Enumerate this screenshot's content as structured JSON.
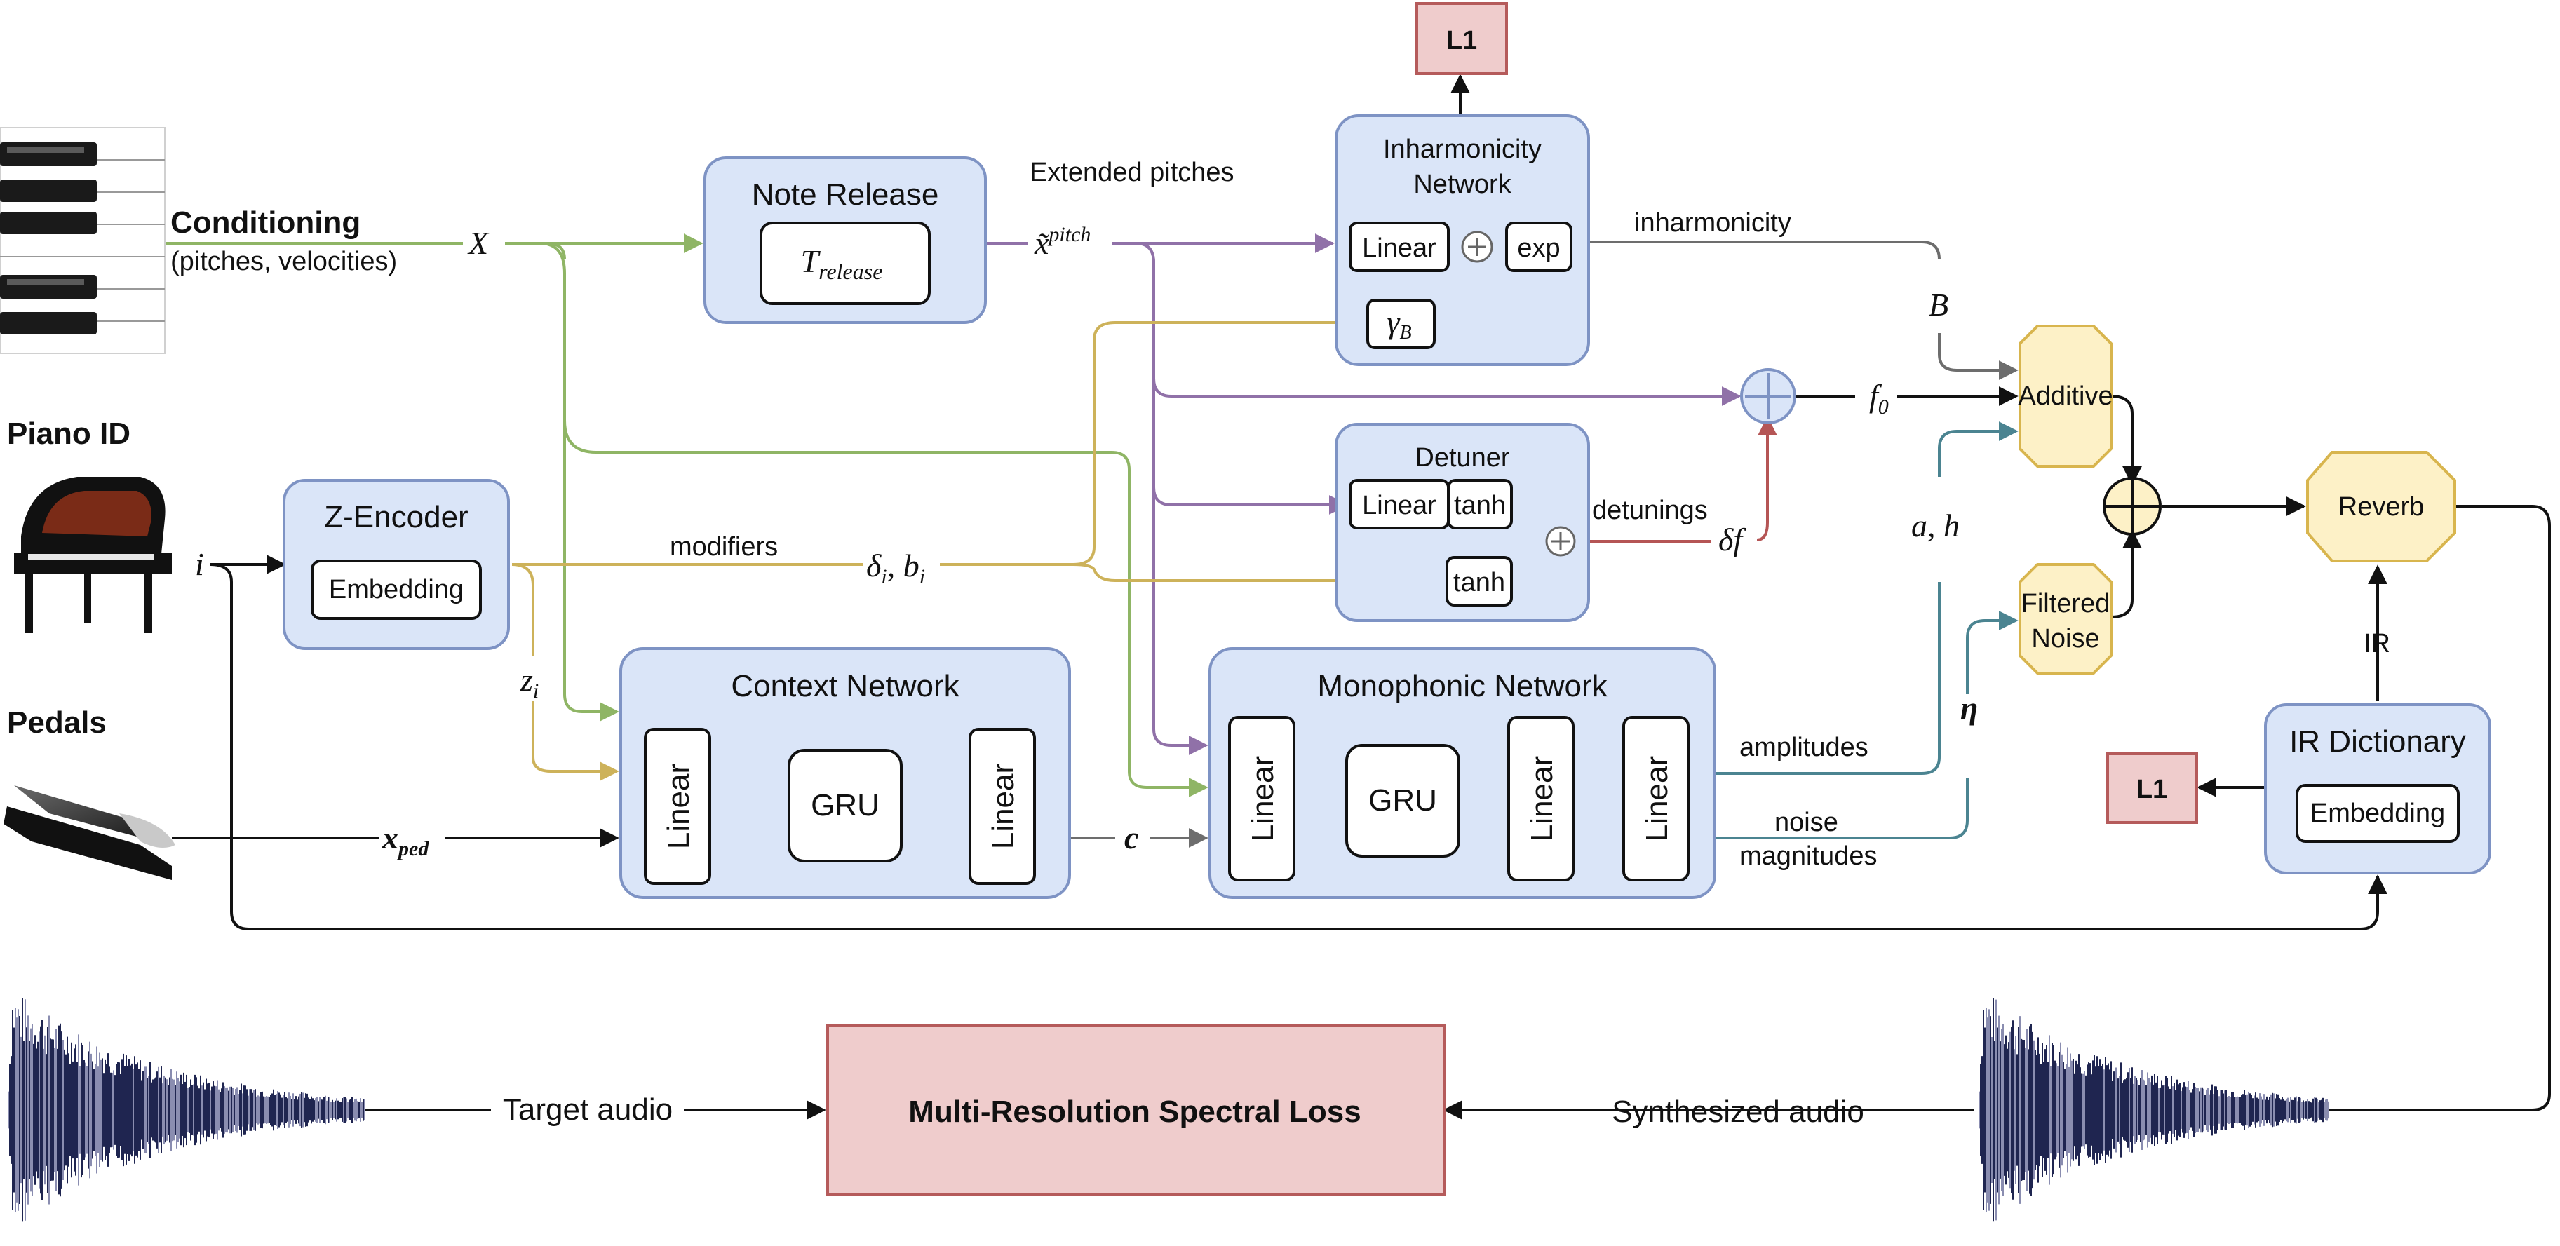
{
  "labels": {
    "conditioning": "Conditioning",
    "conditioning_sub": "(pitches, velocities)",
    "piano_id": "Piano ID",
    "pedals": "Pedals",
    "note_release": "Note Release",
    "t_release": "T",
    "t_release_sub": "release",
    "extended_pitches": "Extended pitches",
    "x_var": "X",
    "x_pitch": "x̃",
    "x_pitch_sup": "pitch",
    "inharmonicity_network_1": "Inharmonicity",
    "inharmonicity_network_2": "Network",
    "inh_linear": "Linear",
    "inh_exp": "exp",
    "gamma_b": "γ",
    "gamma_b_sub": "B",
    "inharmonicity": "inharmonicity",
    "l1_top": "L1",
    "b_var": "B",
    "f0": "f",
    "f0_sub": "0",
    "additive": "Additive",
    "detuner": "Detuner",
    "det_linear": "Linear",
    "det_tanh1": "tanh",
    "det_tanh2": "tanh",
    "detunings": "detunings",
    "delta_f": "δf",
    "z_encoder": "Z-Encoder",
    "embedding": "Embedding",
    "modifiers": "modifiers",
    "delta_b": "δ",
    "delta_b_sub1": "i",
    "delta_b_mid": ", b",
    "delta_b_sub2": "i",
    "i_var": "i",
    "z_var": "z",
    "z_sub": "i",
    "context_network": "Context Network",
    "ctx_linear1": "Linear",
    "ctx_gru": "GRU",
    "ctx_linear2": "Linear",
    "c_var": "c",
    "x_ped": "x",
    "x_ped_sub": "ped",
    "monophonic_network": "Monophonic Network",
    "mono_linear1": "Linear",
    "mono_gru": "GRU",
    "mono_linear2": "Linear",
    "mono_linear3": "Linear",
    "amplitudes": "amplitudes",
    "noise_magnitudes_1": "noise",
    "noise_magnitudes_2": "magnitudes",
    "a_h": "a, h",
    "eta": "η",
    "filtered_noise_1": "Filtered",
    "filtered_noise_2": "Noise",
    "reverb": "Reverb",
    "ir": "IR",
    "ir_dictionary": "IR Dictionary",
    "ir_embedding": "Embedding",
    "l1_bottom": "L1",
    "target_audio": "Target audio",
    "loss": "Multi-Resolution Spectral Loss",
    "synthesized_audio": "Synthesized audio"
  },
  "icons": {
    "keyboard": "piano-keyboard-icon",
    "piano": "grand-piano-icon",
    "pedal": "sustain-pedal-icon",
    "waveform": "audio-waveform-icon"
  },
  "colors": {
    "blue_box": "#dae5f8",
    "yellow_box": "#fdf1c7",
    "red_box": "#efcccc",
    "green_wire": "#8fb565",
    "purple_wire": "#9071a8",
    "yellow_wire": "#cdb25a",
    "teal_wire": "#4b8491",
    "red_wire": "#b55555"
  }
}
